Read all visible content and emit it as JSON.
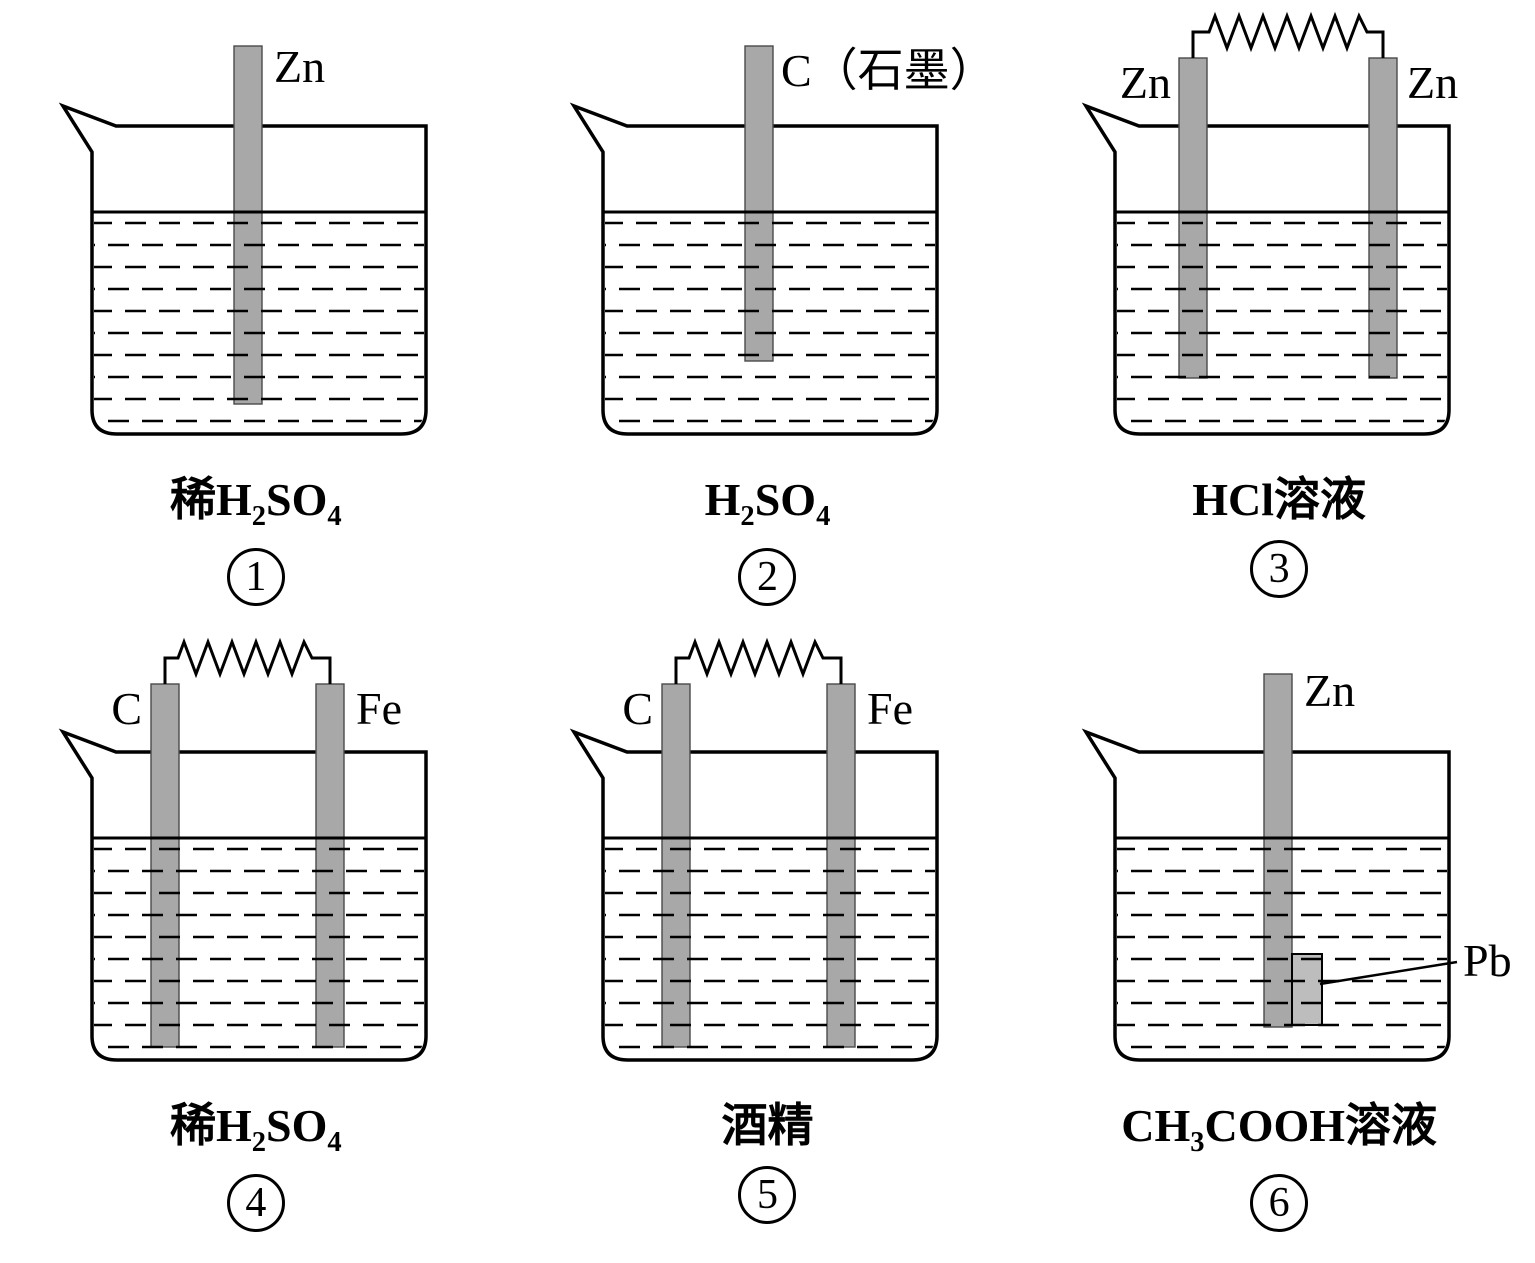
{
  "figure": {
    "type": "chemistry-electrode-beaker-diagrams",
    "colors": {
      "electrode": "#a8a8a8",
      "electrode_pb": "#bdbdbd",
      "line": "#000000",
      "background": "#ffffff"
    }
  },
  "cells": [
    {
      "number": "1",
      "electrodes": [
        {
          "label": "Zn"
        }
      ],
      "resistor": false,
      "caption": [
        {
          "t": "稀H"
        },
        {
          "t": "2",
          "sub": true
        },
        {
          "t": "SO"
        },
        {
          "t": "4",
          "sub": true
        }
      ]
    },
    {
      "number": "2",
      "electrodes": [
        {
          "label": "C（石墨）"
        }
      ],
      "resistor": false,
      "caption": [
        {
          "t": "H"
        },
        {
          "t": "2",
          "sub": true
        },
        {
          "t": "SO"
        },
        {
          "t": "4",
          "sub": true
        }
      ]
    },
    {
      "number": "3",
      "electrodes": [
        {
          "label": "Zn"
        },
        {
          "label": "Zn"
        }
      ],
      "resistor": true,
      "caption": [
        {
          "t": "HCl溶液"
        }
      ]
    },
    {
      "number": "4",
      "electrodes": [
        {
          "label": "C"
        },
        {
          "label": "Fe"
        }
      ],
      "resistor": true,
      "caption": [
        {
          "t": "稀H"
        },
        {
          "t": "2",
          "sub": true
        },
        {
          "t": "SO"
        },
        {
          "t": "4",
          "sub": true
        }
      ]
    },
    {
      "number": "5",
      "electrodes": [
        {
          "label": "C"
        },
        {
          "label": "Fe"
        }
      ],
      "resistor": true,
      "caption": [
        {
          "t": "酒精"
        }
      ]
    },
    {
      "number": "6",
      "electrodes": [
        {
          "label": "Zn"
        },
        {
          "label": "Pb"
        }
      ],
      "resistor": false,
      "caption": [
        {
          "t": "CH"
        },
        {
          "t": "3",
          "sub": true
        },
        {
          "t": "COOH溶液"
        }
      ]
    }
  ]
}
